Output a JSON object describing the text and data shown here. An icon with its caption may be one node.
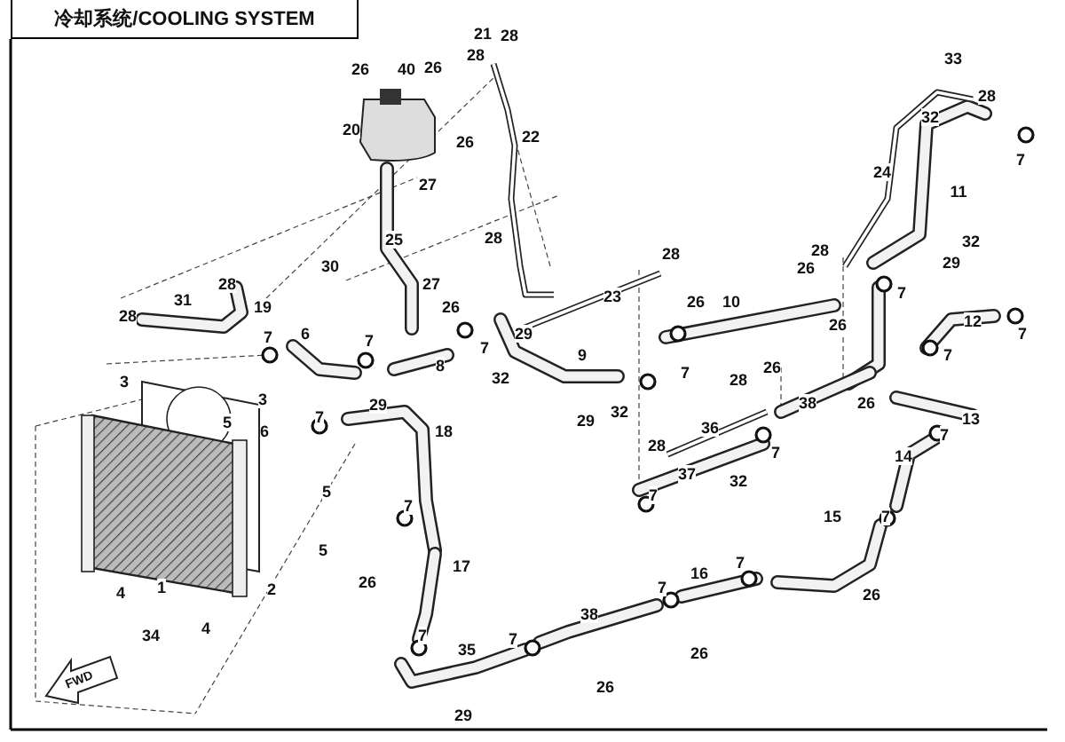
{
  "diagram": {
    "title": "冷却系统/COOLING SYSTEM",
    "labels": [
      "26",
      "40",
      "26",
      "21",
      "28",
      "28",
      "20",
      "26",
      "22",
      "27",
      "25",
      "28",
      "30",
      "27",
      "28",
      "31",
      "19",
      "28",
      "33",
      "28",
      "32",
      "7",
      "24",
      "11",
      "28",
      "32",
      "29",
      "28",
      "23",
      "26",
      "7",
      "10",
      "26",
      "26",
      "7",
      "6",
      "7",
      "7",
      "29",
      "12",
      "7",
      "26",
      "7",
      "9",
      "8",
      "32",
      "26",
      "7",
      "3",
      "28",
      "3",
      "29",
      "32",
      "38",
      "26",
      "29",
      "7",
      "5",
      "13",
      "6",
      "18",
      "36",
      "7",
      "28",
      "7",
      "14",
      "37",
      "32",
      "5",
      "7",
      "7",
      "7",
      "15",
      "5",
      "7",
      "17",
      "16",
      "26",
      "1",
      "2",
      "4",
      "7",
      "26",
      "38",
      "4",
      "34",
      "7",
      "7",
      "35",
      "26",
      "26",
      "29",
      "FWD"
    ]
  }
}
